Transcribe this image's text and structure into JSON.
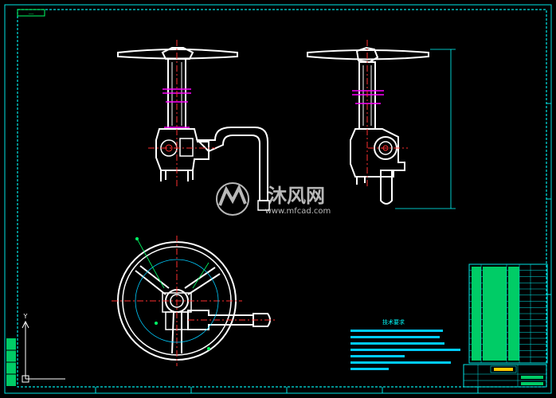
{
  "drawing": {
    "top_left_tag": "---",
    "view_cube_label": "Y",
    "notes_title": "技术要求",
    "bom_title_block": "",
    "colors": {
      "background": "#000000",
      "frame": "#00e5e5",
      "part_outline": "#ffffff",
      "center_line": "#ff3030",
      "hatch": "#ff00ff",
      "dimension": "#00ffff",
      "note_text": "#00ffff",
      "table_fill": "#00cc66",
      "watermark": "#d9d9d9"
    }
  },
  "watermark": {
    "brand": "沐风网",
    "url": "www.mfcad.com"
  }
}
